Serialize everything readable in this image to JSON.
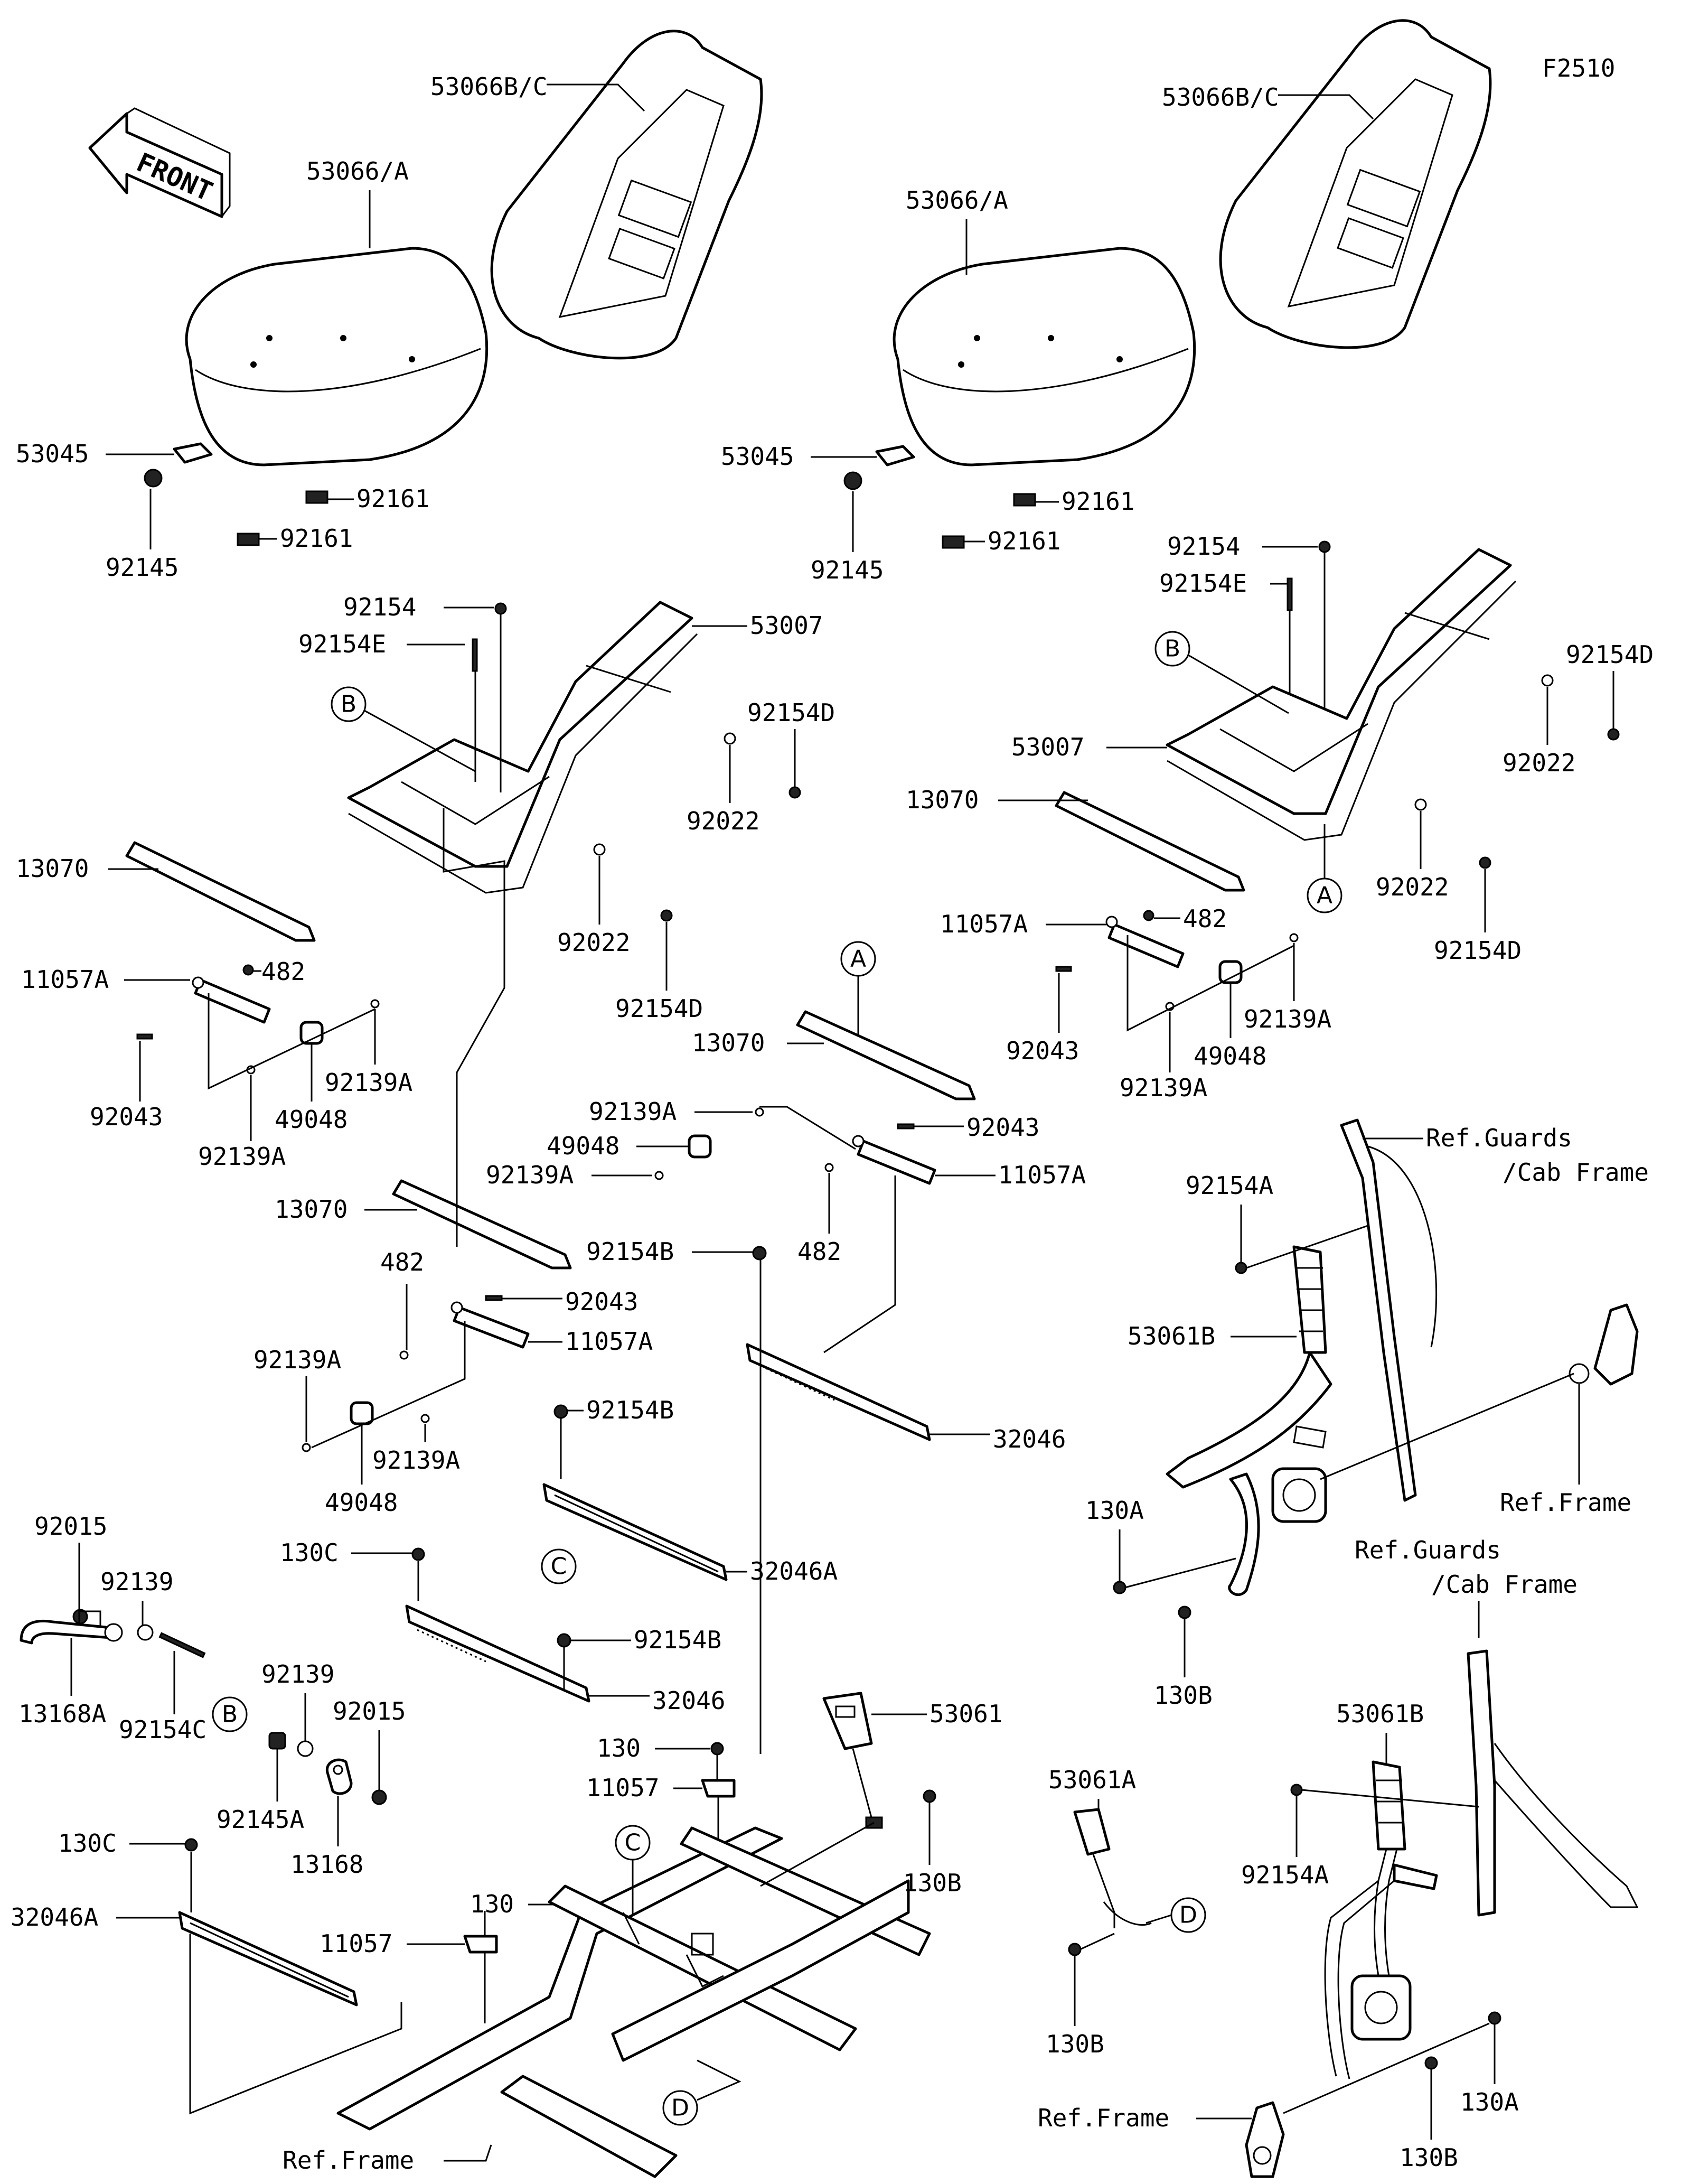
{
  "figure_code": "F2510",
  "front_label": "FRONT",
  "ref_labels": {
    "frame_bottom": "Ref.Frame",
    "frame_right_upper": "Ref.Frame",
    "frame_right_lower": "Ref.Frame",
    "guards_upper_line1": "Ref.Guards",
    "guards_upper_line2": "/Cab Frame",
    "guards_lower_line1": "Ref.Guards",
    "guards_lower_line2": "/Cab Frame"
  },
  "callouts": {
    "A1": "A",
    "A2": "A",
    "B1": "B",
    "B2": "B",
    "B3": "B",
    "C1": "C",
    "C2": "C",
    "D1": "D",
    "D2": "D"
  },
  "parts_left_seat": {
    "backrest": "53066B/C",
    "cushion": "53066/A",
    "bracket": "53045",
    "spring": "92145",
    "damper_upper": "92161",
    "damper_lower": "92161",
    "bolt_top": "92154",
    "bolt_e": "92154E",
    "frame": "53007",
    "washer_upper": "92022",
    "bolt_d_upper": "92154D",
    "washer_lower": "92022",
    "bolt_d_lower": "92154D",
    "plate": "13070",
    "link": "11057A",
    "clip": "482",
    "pin": "92043",
    "collar": "49048",
    "ring_right": "92139A",
    "ring_low": "92139A"
  },
  "parts_right_seat": {
    "backrest": "53066B/C",
    "cushion": "53066/A",
    "bracket": "53045",
    "spring": "92145",
    "damper_upper": "92161",
    "damper_lower": "92161",
    "bolt_top": "92154",
    "bolt_e": "92154E",
    "frame": "53007",
    "plate": "13070",
    "washer_upper": "92022",
    "bolt_d_upper": "92154D",
    "washer_lower": "92022",
    "bolt_d_lower": "92154D",
    "link": "11057A",
    "clip": "482",
    "pin": "92043",
    "collar": "49048",
    "ring_right": "92139A",
    "ring_low": "92139A"
  },
  "parts_center": {
    "plate_a": "13070",
    "ring_a1": "92139A",
    "collar_a": "49048",
    "ring_a2": "92139A",
    "pin_a": "92043",
    "link_a": "11057A",
    "clip_a": "482",
    "bolt_b1": "92154B",
    "rail_1": "32046",
    "bolt_b2": "92154B",
    "rail_a1": "32046A",
    "plate_2": "13070",
    "clip_2": "482",
    "pin_2": "92043",
    "link_2": "11057A",
    "ring_21": "92139A",
    "ring_22": "92139A",
    "collar_2": "49048",
    "bolt_130c_1": "130C",
    "bolt_b3": "92154B",
    "rail_2": "32046",
    "bolt_130_1": "130",
    "bracket_11057_1": "11057",
    "bolt_130_2": "130",
    "bracket_11057_2": "11057",
    "bolt_130c_2": "130C",
    "rail_a2": "32046A"
  },
  "parts_lever": {
    "nut_1": "92015",
    "ring_1": "92139",
    "lever": "13168A",
    "bolt_c": "92154C",
    "ring_2": "92139",
    "spring_a": "92145A",
    "nut_2": "92015",
    "lever_b": "13168"
  },
  "parts_belts": {
    "buckle": "53061",
    "bolt_130b_buckle": "130B",
    "bolt_92154a_upper": "92154A",
    "belt_b_upper": "53061B",
    "bolt_130a_upper": "130A",
    "bolt_130b_upper": "130B",
    "buckle_a": "53061A",
    "bolt_130b_buckle_a": "130B",
    "belt_b_lower": "53061B",
    "bolt_92154a_lower": "92154A",
    "bolt_130a_lower": "130A",
    "bolt_130b_lower": "130B"
  }
}
